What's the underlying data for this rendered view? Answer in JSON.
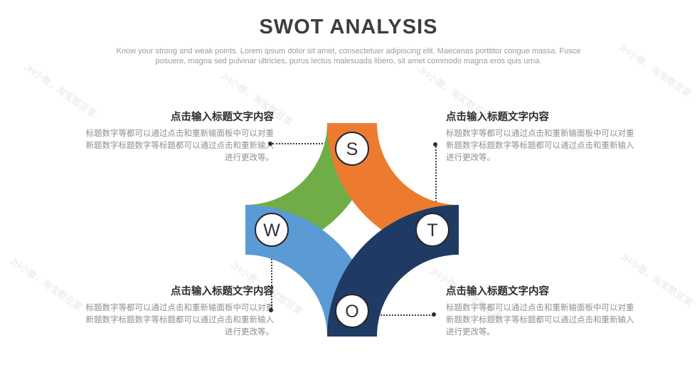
{
  "slide": {
    "title": "SWOT ANALYSIS",
    "subtitle_lines": [
      "Know your strong and weak points. Lorem ipsum dolor sit amet, consectetuer adipiscing elit. Maecenas porttitor congue massa. Fusce",
      "posuere, magna sed pulvinar ultricies, purus lectus malesuada libero, sit amet commodo magna eros quis urna."
    ]
  },
  "blocks": [
    {
      "position": "top-left",
      "heading": "点击输入标题文字内容",
      "body_lines": [
        "标题数字等都可以通过点击和重新输面板中可以对重",
        "新题数字标题数字等标题都可以通过点击和重新输入",
        "进行更改等。"
      ]
    },
    {
      "position": "top-right",
      "heading": "点击输入标题文字内容",
      "body_lines": [
        "标题数字等都可以通过点击和重新输面板中可以对重",
        "新题数字标题数字等标题都可以通过点击和重新输入",
        "进行更改等。"
      ]
    },
    {
      "position": "bottom-left",
      "heading": "点击输入标题文字内容",
      "body_lines": [
        "标题数字等都可以通过点击和重新输面板中可以对重",
        "新题数字标题数字等标题都可以通过点击和重新输入",
        "进行更改等。"
      ]
    },
    {
      "position": "bottom-right",
      "heading": "点击输入标题文字内容",
      "body_lines": [
        "标题数字等都可以通过点击和重新输面板中可以对重",
        "新题数字标题数字等标题都可以通过点击和重新输入",
        "进行更改等。"
      ]
    }
  ],
  "diagram": {
    "arms": [
      {
        "name": "top-left-arm",
        "color": "#6FAE46"
      },
      {
        "name": "top-right-arm",
        "color": "#ED7B2F"
      },
      {
        "name": "bottom-left-arm",
        "color": "#5B9BD5"
      },
      {
        "name": "bottom-right-arm",
        "color": "#1F3B63"
      }
    ],
    "nodes": [
      {
        "letter": "S",
        "tip": "top"
      },
      {
        "letter": "W",
        "tip": "left"
      },
      {
        "letter": "T",
        "tip": "right"
      },
      {
        "letter": "O",
        "tip": "bottom"
      }
    ],
    "circle_fill": "#ffffff",
    "circle_stroke": "#26262e"
  },
  "watermark": {
    "text": "JH小傲，淘宝憨豆家"
  }
}
